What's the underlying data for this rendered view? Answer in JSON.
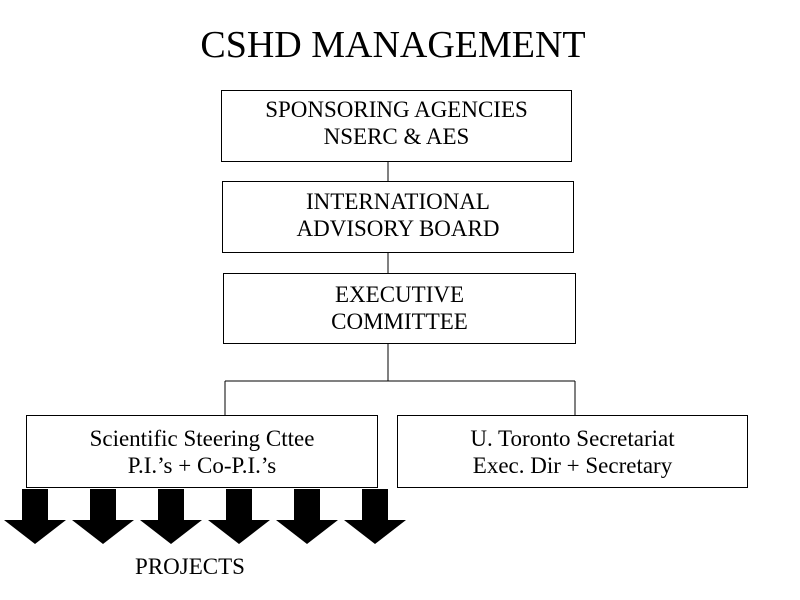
{
  "title": "CSHD MANAGEMENT",
  "nodes": {
    "sponsors": {
      "line1": "SPONSORING AGENCIES",
      "line2": "NSERC & AES"
    },
    "advisory": {
      "line1": "INTERNATIONAL",
      "line2": "ADVISORY BOARD"
    },
    "executive": {
      "line1": "EXECUTIVE",
      "line2": "COMMITTEE"
    },
    "steering": {
      "line1": "Scientific Steering Cttee",
      "line2": "P.I.’s + Co-P.I.’s"
    },
    "secretariat": {
      "line1": "U. Toronto Secretariat",
      "line2": "Exec. Dir + Secretary"
    }
  },
  "projects": {
    "label": "PROJECTS",
    "arrow_count": 6
  },
  "colors": {
    "line": "#000000",
    "arrow": "#000000",
    "background": "#ffffff"
  }
}
